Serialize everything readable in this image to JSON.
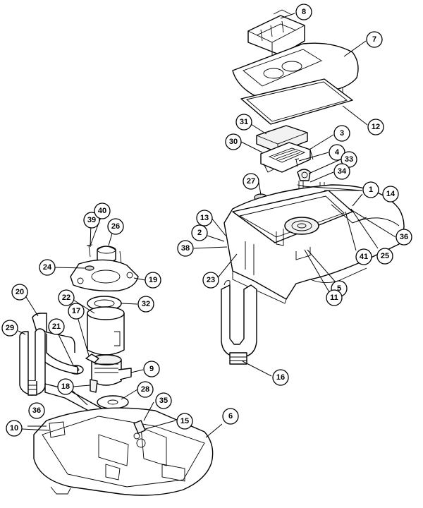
{
  "callouts": [
    {
      "label": "8"
    },
    {
      "label": "7"
    },
    {
      "label": "12"
    },
    {
      "label": "31"
    },
    {
      "label": "3"
    },
    {
      "label": "4"
    },
    {
      "label": "30"
    },
    {
      "label": "33"
    },
    {
      "label": "34"
    },
    {
      "label": "27"
    },
    {
      "label": "1"
    },
    {
      "label": "14"
    },
    {
      "label": "13"
    },
    {
      "label": "2"
    },
    {
      "label": "38"
    },
    {
      "label": "36"
    },
    {
      "label": "41"
    },
    {
      "label": "25"
    },
    {
      "label": "23"
    },
    {
      "label": "5"
    },
    {
      "label": "11"
    },
    {
      "label": "16"
    },
    {
      "label": "39"
    },
    {
      "label": "40"
    },
    {
      "label": "26"
    },
    {
      "label": "24"
    },
    {
      "label": "19"
    },
    {
      "label": "22"
    },
    {
      "label": "32"
    },
    {
      "label": "20"
    },
    {
      "label": "17"
    },
    {
      "label": "29"
    },
    {
      "label": "21"
    },
    {
      "label": "9"
    },
    {
      "label": "18"
    },
    {
      "label": "28"
    },
    {
      "label": "36"
    },
    {
      "label": "35"
    },
    {
      "label": "15"
    },
    {
      "label": "10"
    },
    {
      "label": "6"
    }
  ]
}
